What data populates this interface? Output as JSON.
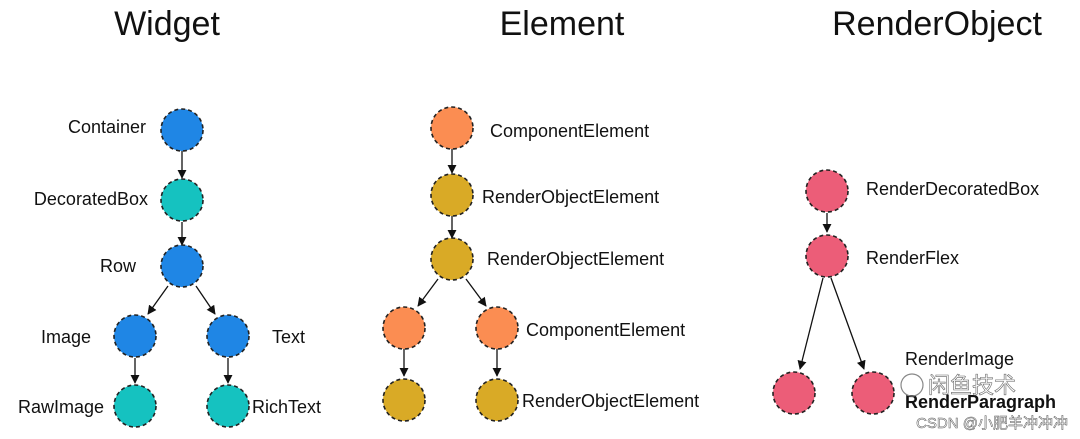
{
  "colors": {
    "blue": "#1f86e5",
    "teal": "#15c2c0",
    "orange": "#fb8d52",
    "gold": "#d9aa26",
    "pink": "#ec5d78"
  },
  "columns": [
    {
      "title": "Widget",
      "nodes": [
        {
          "label": "Container",
          "color": "blue"
        },
        {
          "label": "DecoratedBox",
          "color": "teal"
        },
        {
          "label": "Row",
          "color": "blue"
        },
        {
          "label": "Image",
          "color": "blue"
        },
        {
          "label": "Text",
          "color": "blue"
        },
        {
          "label": "RawImage",
          "color": "teal"
        },
        {
          "label": "RichText",
          "color": "teal"
        }
      ]
    },
    {
      "title": "Element",
      "nodes": [
        {
          "label": "ComponentElement",
          "color": "orange"
        },
        {
          "label": "RenderObjectElement",
          "color": "gold"
        },
        {
          "label": "RenderObjectElement",
          "color": "gold"
        },
        {
          "label": "",
          "color": "orange"
        },
        {
          "label": "ComponentElement",
          "color": "orange"
        },
        {
          "label": "",
          "color": "gold"
        },
        {
          "label": "RenderObjectElement",
          "color": "gold"
        }
      ]
    },
    {
      "title": "RenderObject",
      "nodes": [
        {
          "label": "RenderDecoratedBox",
          "color": "pink"
        },
        {
          "label": "RenderFlex",
          "color": "pink"
        },
        {
          "label": "RenderImage",
          "color": "pink"
        },
        {
          "label": "RenderParagraph",
          "color": "pink"
        }
      ]
    }
  ],
  "watermark": {
    "line1": "闲鱼技术",
    "line2": "CSDN @小肥羊冲冲冲"
  }
}
